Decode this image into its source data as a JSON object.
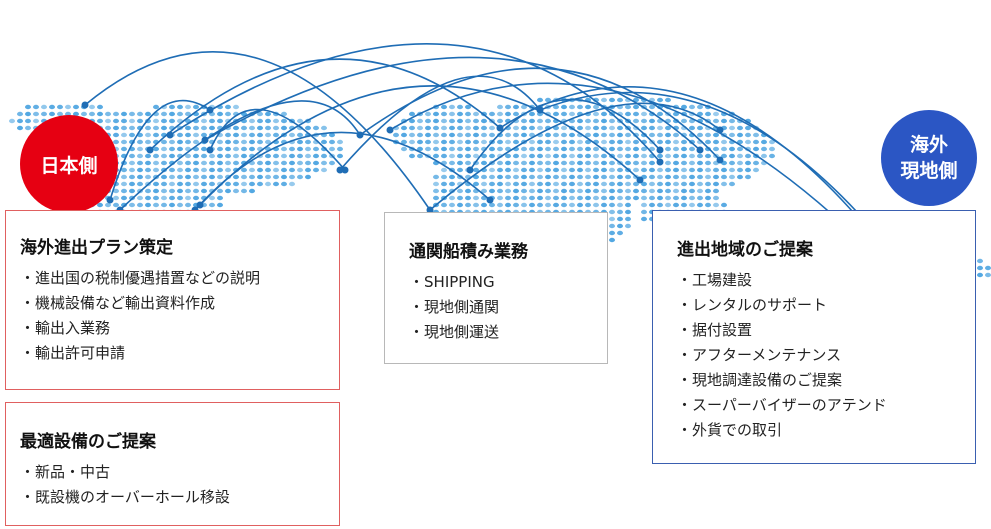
{
  "badges": {
    "japan": "日本側",
    "overseas_line1": "海外",
    "overseas_line2": "現地側"
  },
  "boxes": {
    "plan": {
      "title": "海外進出プラン策定",
      "items": [
        "進出国の税制優遇措置などの説明",
        "機械設備など輸出資料作成",
        "輸出入業務",
        "輸出許可申請"
      ]
    },
    "equipment": {
      "title": "最適設備のご提案",
      "items": [
        "新品・中古",
        "既設機のオーバーホール移設"
      ]
    },
    "customs": {
      "title": "通関船積み業務",
      "items": [
        "SHIPPING",
        "現地側通関",
        "現地側運送"
      ]
    },
    "region": {
      "title": "進出地域のご提案",
      "items": [
        "工場建設",
        "レンタルのサポート",
        "据付設置",
        "アフターメンテナンス",
        "現地調達設備のご提案",
        "スーパーバイザーのアテンド",
        "外貨での取引"
      ]
    }
  },
  "colors": {
    "japan_badge": "#e60012",
    "overseas_badge": "#2b56c4",
    "plan_border": "#e06060",
    "customs_border": "#b8b8b8",
    "region_border": "#3a5fb0",
    "map_dots": "#4aa3e0",
    "arcs": "#1f6db5"
  }
}
